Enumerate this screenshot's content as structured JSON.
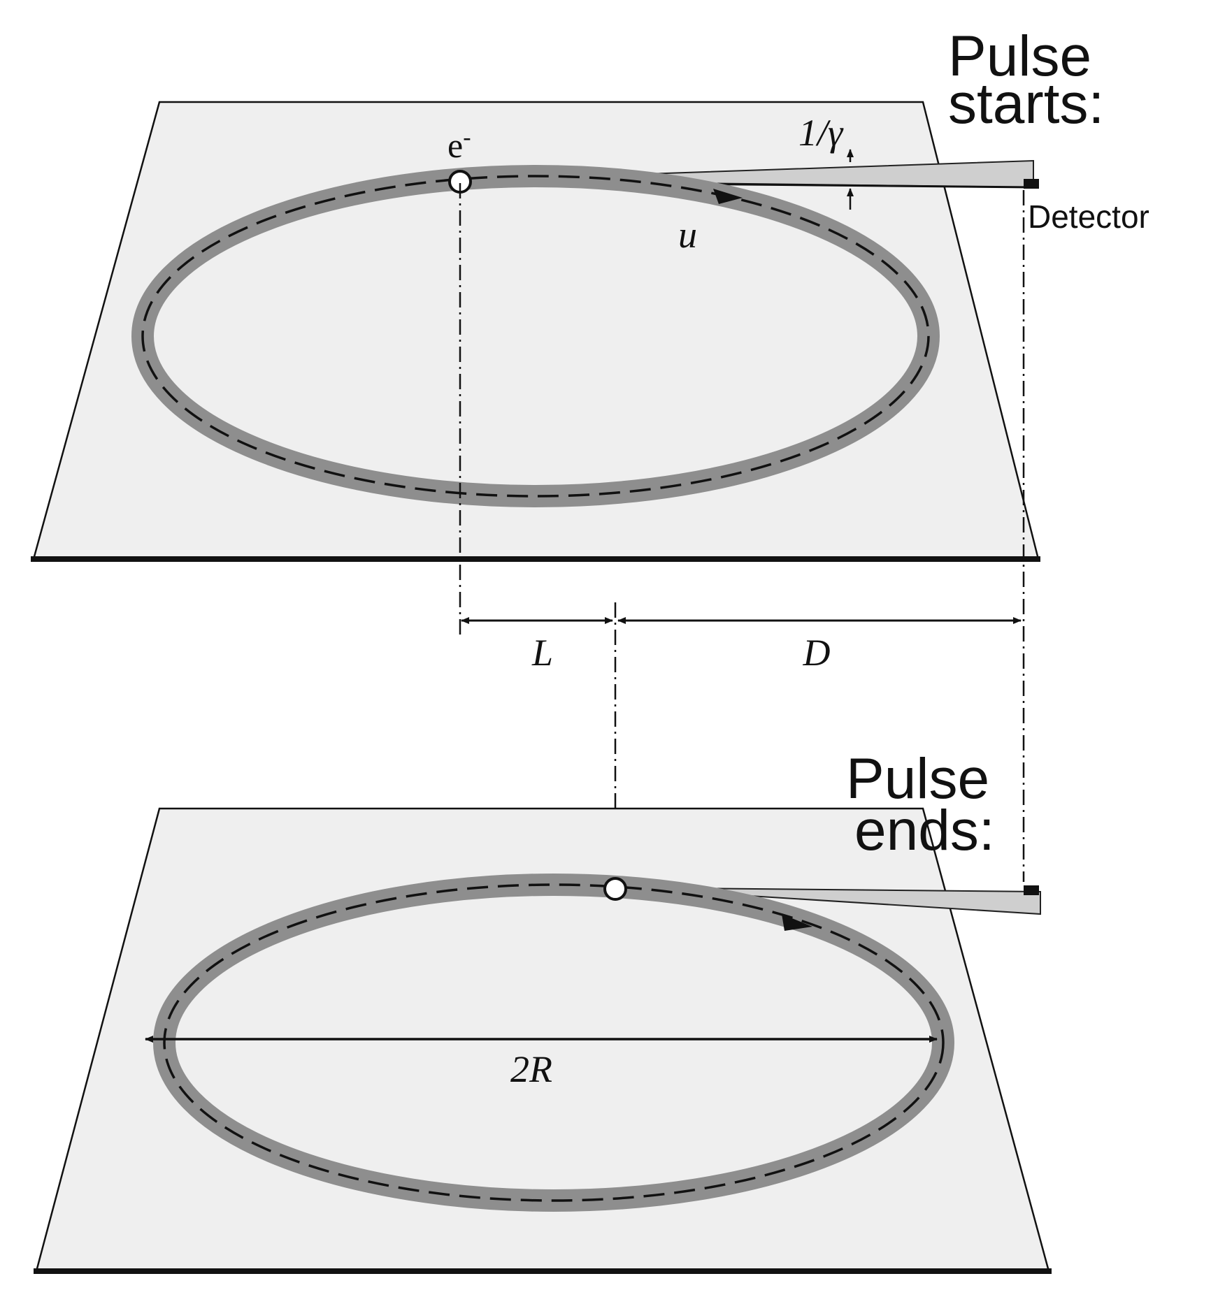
{
  "labels": {
    "pulse_starts": [
      "Pulse",
      "starts:"
    ],
    "pulse_ends": [
      "Pulse",
      "ends:"
    ],
    "electron": "e",
    "electron_sup": "-",
    "beam_width": "1/γ",
    "detector": "Detector",
    "velocity": "u",
    "dim_L": "L",
    "dim_D": "D",
    "diameter": "2R"
  },
  "colors": {
    "plane_fill": "#efefef",
    "orbit_band": "#8e8e8e",
    "beam_fill": "#cfcfcf",
    "ink": "#111111"
  }
}
